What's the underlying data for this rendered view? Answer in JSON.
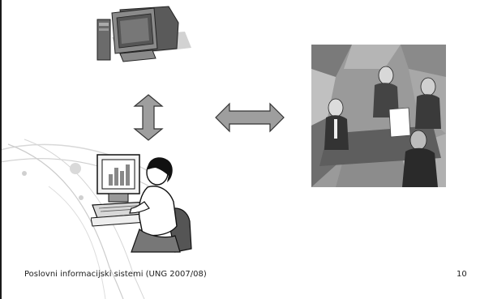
{
  "slide": {
    "footer": "Poslovni informacijski sistemi (UNG 2007/08)",
    "page_number": "10"
  },
  "images": {
    "top": "computer-clipart",
    "bottom_left": "woman-at-computer-clipart",
    "right": "business-meeting-clipart",
    "arrow_vertical": "up-down-arrow",
    "arrow_horizontal": "left-right-arrow"
  }
}
